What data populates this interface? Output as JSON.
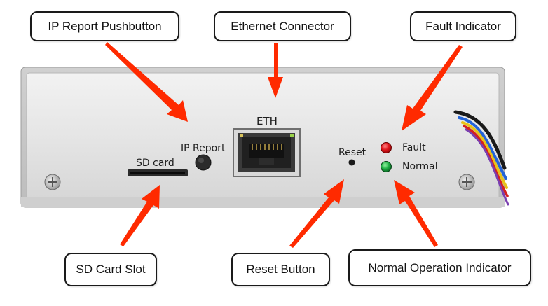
{
  "callouts": {
    "ip_report_pushbutton": "IP Report Pushbutton",
    "ethernet_connector": "Ethernet Connector",
    "fault_indicator": "Fault Indicator",
    "sd_card_slot": "SD Card Slot",
    "reset_button": "Reset Button",
    "normal_operation_indicator": "Normal Operation Indicator"
  },
  "panel_labels": {
    "sd_card": "SD card",
    "ip_report": "IP  Report",
    "eth": "ETH",
    "reset": "Reset",
    "fault": "Fault",
    "normal": "Normal"
  },
  "colors": {
    "arrow": "#ff2a00",
    "fault_led": "#d8141a",
    "normal_led": "#18a23a",
    "panel": "#e6e6e6"
  }
}
